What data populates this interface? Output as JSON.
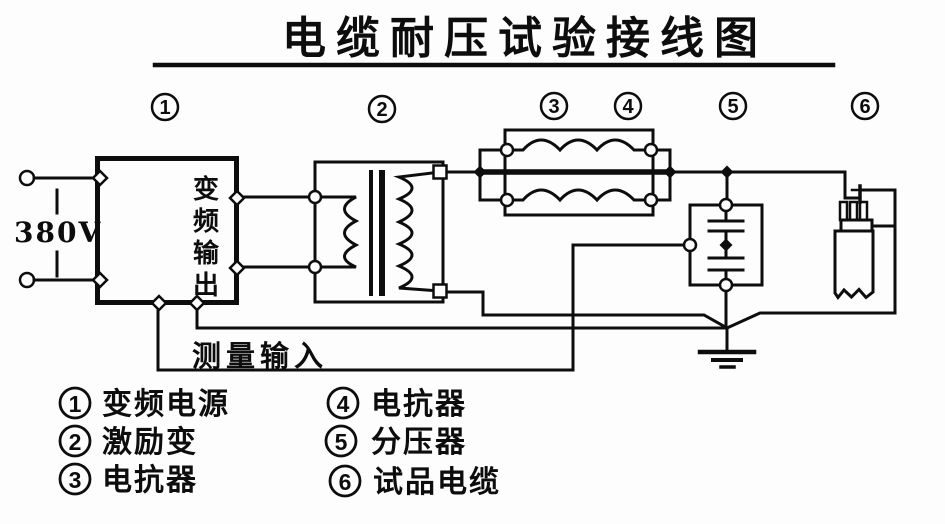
{
  "title": {
    "text": "电缆耐压试验接线图"
  },
  "colors": {
    "ink": "#0d0d0d",
    "paper": "#fdfdfd"
  },
  "power_input": {
    "label": "380V"
  },
  "frequency_converter": {
    "vertical_label_chars": [
      "变",
      "频",
      "输",
      "出"
    ]
  },
  "measurement": {
    "label": "测量输入"
  },
  "markers": [
    {
      "num": "1"
    },
    {
      "num": "2"
    },
    {
      "num": "3"
    },
    {
      "num": "4"
    },
    {
      "num": "5"
    },
    {
      "num": "6"
    }
  ],
  "legend": {
    "col1": [
      {
        "num": "1",
        "label": "变频电源"
      },
      {
        "num": "2",
        "label": "激励变"
      },
      {
        "num": "3",
        "label": "电抗器"
      }
    ],
    "col2": [
      {
        "num": "4",
        "label": "电抗器"
      },
      {
        "num": "5",
        "label": "分压器"
      },
      {
        "num": "6",
        "label": "试品电缆"
      }
    ]
  }
}
